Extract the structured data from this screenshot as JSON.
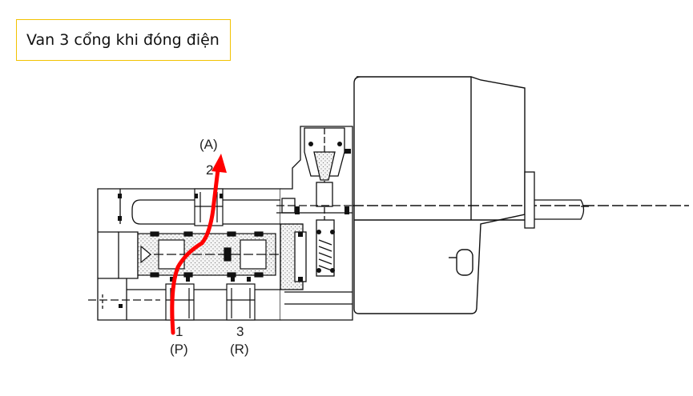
{
  "title": "Van 3 cổng khi đóng điện",
  "ports": {
    "a_name": "(A)",
    "a_number": "2",
    "p_number": "1",
    "p_name": "(P)",
    "r_number": "3",
    "r_name": "(R)"
  },
  "colors": {
    "flow_arrow": "#ff0000",
    "title_border": "#f2c200",
    "line": "#111111",
    "hatch": "#3a3a3a"
  }
}
